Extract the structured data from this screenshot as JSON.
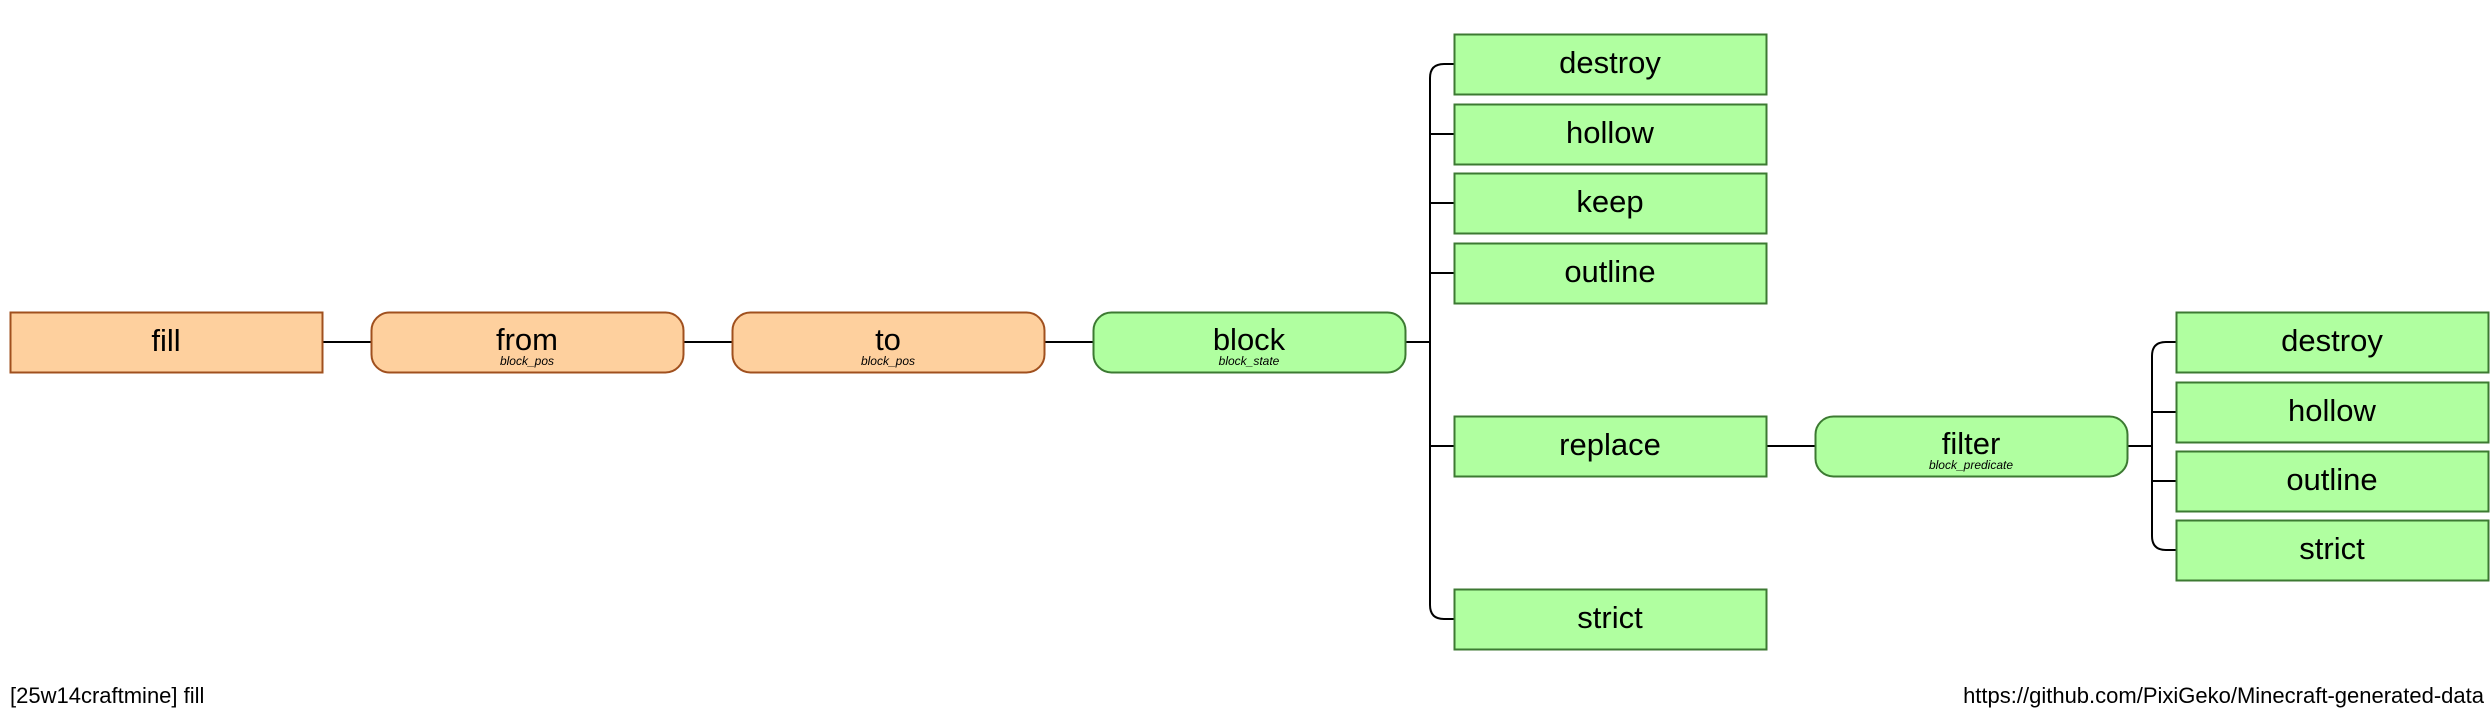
{
  "colors": {
    "literal_fill": "#fed09e",
    "literal_stroke": "#a0501e",
    "argument_fill": "#b0ffa0",
    "argument_stroke": "#3c7a32",
    "line": "#000000"
  },
  "nodes": {
    "fill": {
      "label": "fill",
      "kind": "literal",
      "shape": "rect"
    },
    "from": {
      "label": "from",
      "type": "block_pos",
      "kind": "literal",
      "shape": "rounded"
    },
    "to": {
      "label": "to",
      "type": "block_pos",
      "kind": "literal",
      "shape": "rounded"
    },
    "block": {
      "label": "block",
      "type": "block_state",
      "kind": "argument",
      "shape": "rounded"
    },
    "destroy": {
      "label": "destroy",
      "kind": "argument",
      "shape": "rect"
    },
    "hollow": {
      "label": "hollow",
      "kind": "argument",
      "shape": "rect"
    },
    "keep": {
      "label": "keep",
      "kind": "argument",
      "shape": "rect"
    },
    "outline": {
      "label": "outline",
      "kind": "argument",
      "shape": "rect"
    },
    "replace": {
      "label": "replace",
      "kind": "argument",
      "shape": "rect"
    },
    "strict": {
      "label": "strict",
      "kind": "argument",
      "shape": "rect"
    },
    "filter": {
      "label": "filter",
      "type": "block_predicate",
      "kind": "argument",
      "shape": "rounded"
    },
    "filter_destroy": {
      "label": "destroy",
      "kind": "argument",
      "shape": "rect"
    },
    "filter_hollow": {
      "label": "hollow",
      "kind": "argument",
      "shape": "rect"
    },
    "filter_outline": {
      "label": "outline",
      "kind": "argument",
      "shape": "rect"
    },
    "filter_strict": {
      "label": "strict",
      "kind": "argument",
      "shape": "rect"
    }
  },
  "edges": [
    [
      "fill",
      "from"
    ],
    [
      "from",
      "to"
    ],
    [
      "to",
      "block"
    ],
    [
      "block",
      "destroy"
    ],
    [
      "block",
      "hollow"
    ],
    [
      "block",
      "keep"
    ],
    [
      "block",
      "outline"
    ],
    [
      "block",
      "replace"
    ],
    [
      "block",
      "strict"
    ],
    [
      "replace",
      "filter"
    ],
    [
      "filter",
      "filter_destroy"
    ],
    [
      "filter",
      "filter_hollow"
    ],
    [
      "filter",
      "filter_outline"
    ],
    [
      "filter",
      "filter_strict"
    ]
  ],
  "footer": {
    "left": "[25w14craftmine] fill",
    "right": "https://github.com/PixiGeko/Minecraft-generated-data"
  }
}
